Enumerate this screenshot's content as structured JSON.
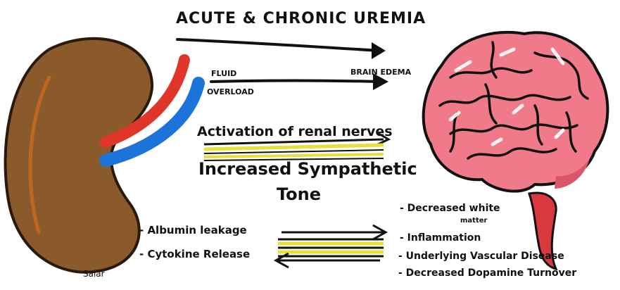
{
  "title": "ACUTE & CHRONIC UREMIA",
  "fluid_label": "FLUID",
  "overload_label": "OVERLOAD",
  "brain_edema_label": "BRAIN EDEMA",
  "activation_label": "Activation of renal nerves",
  "sympathetic_label": "Increased Sympathetic",
  "tone_label": "Tone",
  "left_effects": [
    "- Albumin leakage",
    "- Cytokine Release"
  ],
  "right_effects": {
    "decreased_white": "- Decreased white",
    "matter": "matter",
    "inflammation": "- Inflammation",
    "vascular": "- Underlying Vascular Disease",
    "dopamine": "- Decreased Dopamine Turnover"
  },
  "signature": "Salar",
  "colors": {
    "kidney": "#8a5a2b",
    "kidney_edge": "#2a1a0e",
    "vessel_red": "#e0362a",
    "vessel_blue": "#1c73d9",
    "brain": "#f07a8a",
    "brain_shadow": "#d9566a",
    "brainstem": "#d8383e",
    "highlight_yellow": "#e7e03a"
  }
}
